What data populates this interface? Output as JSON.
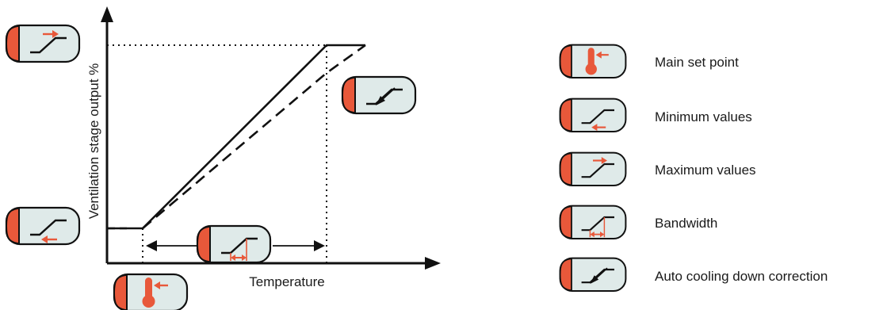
{
  "diagram": {
    "x_axis_label": "Temperature",
    "y_axis_label": "Ventilation stage output %"
  },
  "legend": {
    "items": [
      {
        "icon": "thermometer-setpoint-icon",
        "label": "Main set point"
      },
      {
        "icon": "minimum-values-icon",
        "label": "Minimum values"
      },
      {
        "icon": "maximum-values-icon",
        "label": "Maximum values"
      },
      {
        "icon": "bandwidth-icon",
        "label": "Bandwidth"
      },
      {
        "icon": "auto-cooling-correction-icon",
        "label": "Auto cooling down correction"
      }
    ]
  },
  "colors": {
    "accent": "#e8583a",
    "panel_fill": "#dfeae9",
    "stroke": "#111111"
  }
}
